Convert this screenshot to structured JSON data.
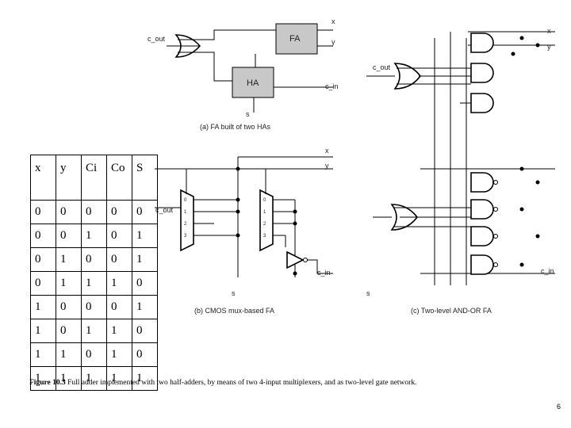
{
  "diagram": {
    "panel_a": {
      "fa_block": "FA",
      "ha_block": "HA",
      "cout": "c_out",
      "x": "x",
      "y": "y",
      "cin": "c_in",
      "s": "s",
      "caption": "(a) FA built of two HAs"
    },
    "panel_b": {
      "cout": "c_out",
      "s": "s",
      "x": "x",
      "y": "y",
      "cin": "c_in",
      "mux_inputs": [
        "0",
        "1",
        "2",
        "3"
      ],
      "caption": "(b) CMOS mux-based FA"
    },
    "panel_c": {
      "x": "x",
      "y": "y",
      "cout": "c_out",
      "cin": "c_in",
      "s": "s",
      "caption": "(c) Two-level AND-OR FA"
    }
  },
  "truth_table": {
    "headers": [
      "x",
      "y",
      "Ci",
      "Co",
      "S"
    ],
    "rows": [
      [
        "0",
        "0",
        "0",
        "0",
        "0"
      ],
      [
        "0",
        "0",
        "1",
        "0",
        "1"
      ],
      [
        "0",
        "1",
        "0",
        "0",
        "1"
      ],
      [
        "0",
        "1",
        "1",
        "1",
        "0"
      ],
      [
        "1",
        "0",
        "0",
        "0",
        "1"
      ],
      [
        "1",
        "0",
        "1",
        "1",
        "0"
      ],
      [
        "1",
        "1",
        "0",
        "1",
        "0"
      ],
      [
        "1",
        "1",
        "1",
        "1",
        "1"
      ]
    ]
  },
  "caption": {
    "label": "Figure 10.3",
    "text": "Full adder implemented with two half-adders, by means of two 4-input multiplexers, and as two-level gate network."
  },
  "page_number": "6"
}
